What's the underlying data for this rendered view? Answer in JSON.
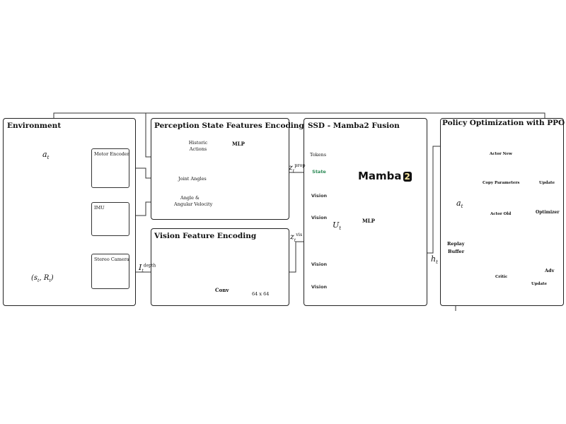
{
  "panels": {
    "environment": "Environment",
    "perception": "Perception State Features Encoding",
    "vision": "Vision Feature Encoding",
    "fusion": "SSD - Mamba2 Fusion",
    "policy": "Policy Optimization with PPO"
  },
  "environment": {
    "action": "a",
    "action_sub": "t",
    "state_reward": "(s",
    "state_reward_sub1": "t",
    "state_reward_mid": ", R",
    "state_reward_sub2": "t",
    "state_reward_end": ")",
    "sensors": [
      "Motor Encoder",
      "IMU",
      "Stereo Camera"
    ]
  },
  "perception": {
    "historic": "Historic Actions",
    "joint": "Joint Angles",
    "angle_line1": "Angle &",
    "angle_line2": "Angular Velocity",
    "mlp": "MLP",
    "z_prop": "z",
    "z_prop_sub": "t",
    "z_prop_sup": "prop"
  },
  "vision": {
    "depth": "I",
    "depth_sub": "t",
    "depth_sup": "depth",
    "conv": "Conv",
    "grid": "64 x 64",
    "z_vis": "z",
    "z_vis_sub": "t",
    "z_vis_sup": "vis"
  },
  "fusion": {
    "tokens_label": "Tokens",
    "tokens": [
      "State",
      "Vision",
      "Vision",
      "Vision",
      "Vision"
    ],
    "mamba": "Mamba",
    "mamba_badge": "2",
    "u": "U",
    "u_sub": "t",
    "mlp": "MLP",
    "h": "h",
    "h_sub": "t"
  },
  "policy": {
    "actor_new": "Actor New",
    "actor_old": "Actor Old",
    "critic": "Critic",
    "copy_params": "Copy Parameters",
    "update1": "Update",
    "update2": "Update",
    "optimizer": "Optimizer",
    "adv": "Adv",
    "replay_line1": "Replay",
    "replay_line2": "Buffer",
    "a": "a",
    "a_sub": "t"
  },
  "colors": {
    "token_bg": "#fdf3d8",
    "state_token": "#2e8b57",
    "mamba_bg": "#fbeeb0",
    "node_red": "#e05a4f",
    "node_green": "#3aa35b",
    "node_dark": "#2a3a6a",
    "floor_blue": "#8fb6de"
  }
}
